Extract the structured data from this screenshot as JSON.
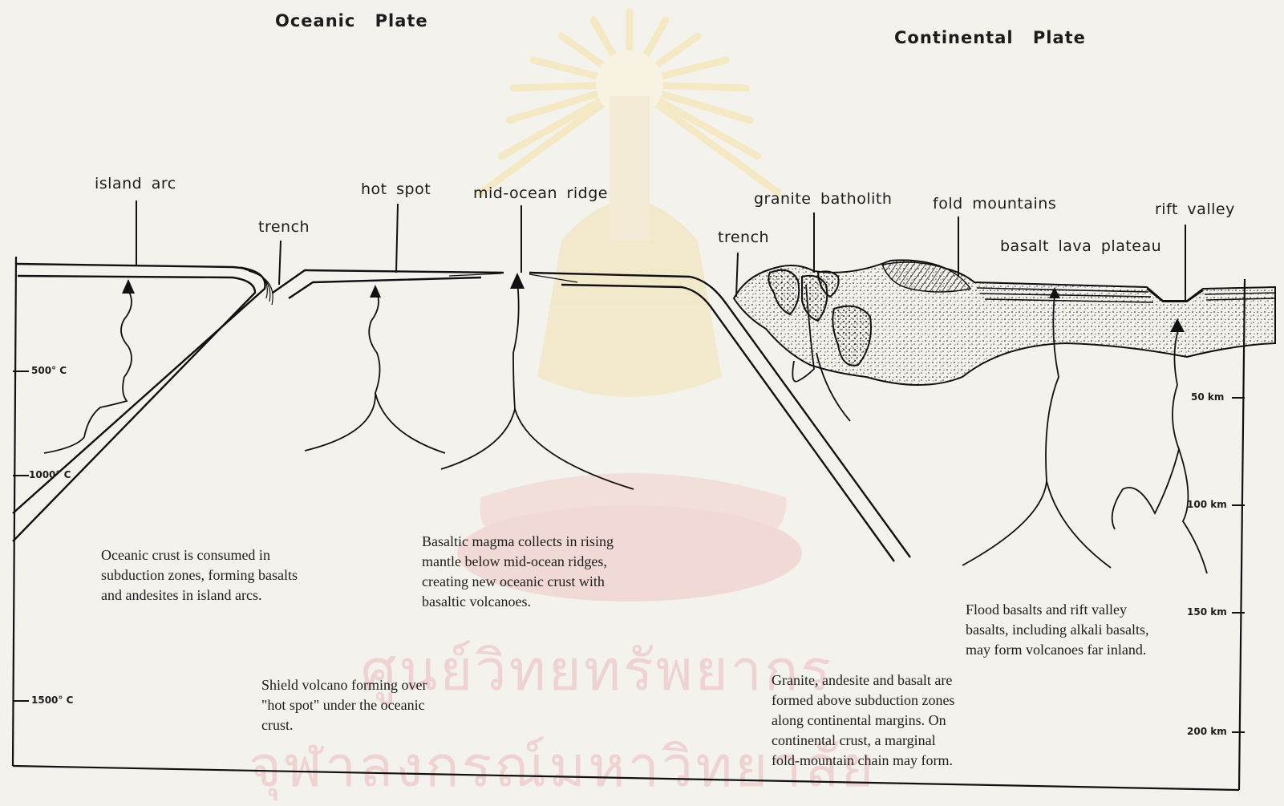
{
  "titles": {
    "oceanic_plate": "Oceanic Plate",
    "continental_plate": "Continental Plate"
  },
  "features": {
    "island_arc": "island arc",
    "trench_left": "trench",
    "hot_spot": "hot spot",
    "mid_ocean_ridge": "mid-ocean ridge",
    "trench_right": "trench",
    "granite_batholith": "granite batholith",
    "fold_mountains": "fold mountains",
    "rift_valley": "rift valley",
    "basalt_lava_plateau": "basalt lava plateau"
  },
  "temperature_scale": [
    "500° C",
    "1000° C",
    "1500° C"
  ],
  "depth_scale": [
    "50 km",
    "100 km",
    "150 km",
    "200 km"
  ],
  "captions": {
    "subduction": "Oceanic crust is consumed in\nsubduction zones, forming basalts\nand andesites in island arcs.",
    "ridge": "Basaltic magma collects in rising\nmantle below mid-ocean ridges,\ncreating new oceanic crust with\nbasaltic volcanoes.",
    "flood": "Flood basalts and rift valley\nbasalts, including alkali basalts,\nmay form volcanoes far inland.",
    "shield": "Shield volcano forming over\n\"hot spot\" under the oceanic\ncrust.",
    "granite": "Granite, andesite and basalt are\nformed above subduction zones\nalong continental margins. On\ncontinental crust, a marginal\nfold-mountain chain may form."
  },
  "watermark": {
    "line1": "ศูนย์วิทยทรัพยากร",
    "line2": "จุฬาลงกรณ์มหาวิทยาลัย"
  }
}
